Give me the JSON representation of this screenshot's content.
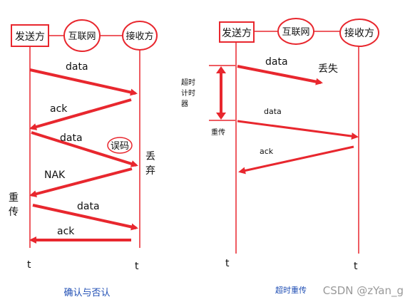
{
  "left": {
    "sender": "发送方",
    "internet": "互联网",
    "receiver": "接收方",
    "msgs": [
      "data",
      "ack",
      "data",
      "NAK",
      "data",
      "ack"
    ],
    "error_tag": "误码",
    "discard": "丢弃",
    "retransmit": "重传",
    "t_left": "t",
    "t_right": "t",
    "caption": "确认与否认"
  },
  "right": {
    "sender": "发送方",
    "internet": "互联网",
    "receiver": "接收方",
    "msgs": [
      "data",
      "data",
      "ack"
    ],
    "lost": "丢失",
    "timer": "超时计时器",
    "retransmit": "重传",
    "t_left": "t",
    "t_right": "t",
    "caption": "超时重传"
  },
  "watermark": "CSDN @zYan_g",
  "colors": {
    "stroke": "#e8272e",
    "line": "#e8272e",
    "text": "#111111",
    "caption_blue": "#1f4eb4",
    "watermark": "#9a9a9a"
  }
}
